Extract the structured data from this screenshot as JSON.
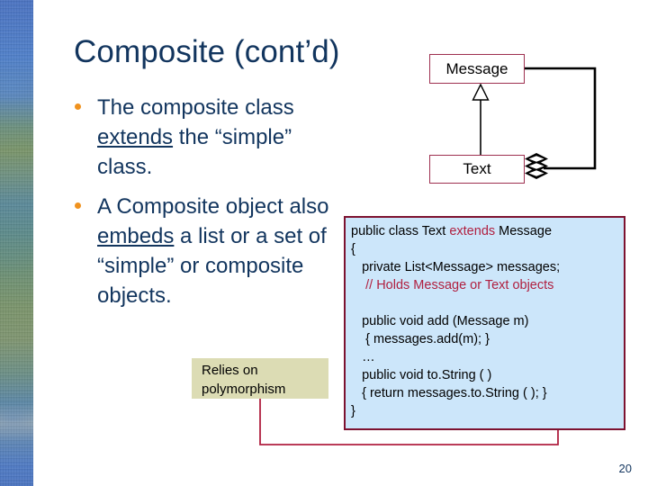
{
  "slide": {
    "title": "Composite (cont’d)",
    "number": "20",
    "accent_navy": "#12355e",
    "bullet_dot_color": "#f0921e",
    "uml_border_color": "#9e3050",
    "code_bg_color": "#cce6fa",
    "code_border_color": "#7d1230",
    "code_accent_color": "#b02040",
    "note_bg_color": "#dcdcb4",
    "connector_black": "#000000",
    "connector_red": "#b02040"
  },
  "bullets": [
    {
      "id": "bullet-1",
      "parts": [
        {
          "text": "The composite class ",
          "underline": false
        },
        {
          "text": "extends",
          "underline": true
        },
        {
          "text": " the “simple” class.",
          "underline": false
        }
      ],
      "plain": "The composite class extends the “simple” class."
    },
    {
      "id": "bullet-2",
      "parts": [
        {
          "text": "A Composite object also ",
          "underline": false
        },
        {
          "text": "embeds",
          "underline": true
        },
        {
          "text": " a list or a set of “simple” or composite objects.",
          "underline": false
        }
      ],
      "plain": "A Composite object also embeds a list or a set of “simple” or composite objects."
    }
  ],
  "diagram": {
    "superclass_box_label": "Message",
    "subclass_box_label": "Text",
    "inheritance_arrow": "hollow-triangle",
    "aggregation_icon": "stack-layers-icon"
  },
  "code": {
    "lines": [
      {
        "id": "code-line-1",
        "segments": [
          {
            "text": "public class Text ",
            "style": "plain"
          },
          {
            "text": "extends",
            "style": "keyword"
          },
          {
            "text": " Message",
            "style": "plain"
          }
        ]
      },
      {
        "id": "code-line-2",
        "segments": [
          {
            "text": "{",
            "style": "plain"
          }
        ]
      },
      {
        "id": "code-line-3",
        "segments": [
          {
            "text": "   private List<Message> messages;",
            "style": "plain"
          }
        ]
      },
      {
        "id": "code-line-4",
        "segments": [
          {
            "text": "    // Holds Message or Text objects",
            "style": "comment"
          }
        ]
      },
      {
        "id": "code-line-5",
        "segments": [
          {
            "text": " ",
            "style": "plain"
          }
        ]
      },
      {
        "id": "code-line-6",
        "segments": [
          {
            "text": "   public void add (Message m)",
            "style": "plain"
          }
        ]
      },
      {
        "id": "code-line-7",
        "segments": [
          {
            "text": "    { messages.add(m); }",
            "style": "plain"
          }
        ]
      },
      {
        "id": "code-line-8",
        "segments": [
          {
            "text": "   …",
            "style": "plain"
          }
        ]
      },
      {
        "id": "code-line-9",
        "segments": [
          {
            "text": "   public void to.String ( )",
            "style": "plain"
          }
        ]
      },
      {
        "id": "code-line-10",
        "segments": [
          {
            "text": "   { return messages.to.String ( ); }",
            "style": "plain"
          }
        ]
      },
      {
        "id": "code-line-11",
        "segments": [
          {
            "text": "}",
            "style": "plain"
          }
        ]
      }
    ]
  },
  "note": {
    "line1": "Relies on",
    "line2": "polymorphism"
  }
}
